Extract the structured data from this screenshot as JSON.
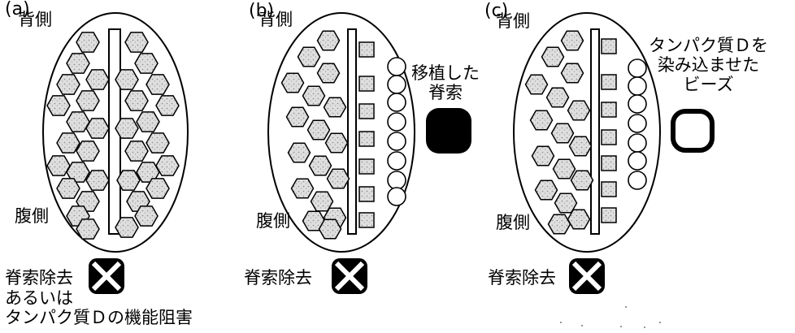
{
  "panels": [
    {
      "label": "(a)",
      "dorsal": "背側",
      "ventral": "腹側",
      "removal": "脊索除去",
      "removal_note": "あるいは\nタンパク質Ｄの機能阻害"
    },
    {
      "label": "(b)",
      "dorsal": "背側",
      "ventral": "腹側",
      "removal": "脊索除去",
      "implant": "移植した\n脊索"
    },
    {
      "label": "(c)",
      "dorsal": "背側",
      "ventral": "腹側",
      "removal": "脊索除去",
      "beads": "タンパク質Ｄを\n染み込ませた\nビーズ"
    }
  ],
  "colors": {
    "stroke": "#000000",
    "hex_fill": "#d9d9d9",
    "square_fill": "#e2e2e2",
    "notochord_fill": "#000000"
  }
}
